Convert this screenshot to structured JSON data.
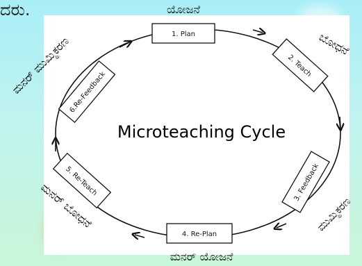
{
  "top_text": "ದರು.",
  "diagram": {
    "center_title": "Microteaching Cycle",
    "steps": [
      {
        "label": "1. Plan",
        "kannada": "ಯೋಜನೆ"
      },
      {
        "label": "2. Teach",
        "kannada": "ಬೋಧನೆ"
      },
      {
        "label": "3. Feedback",
        "kannada": "ಮುಮ್ಮಿಕರಣ"
      },
      {
        "label": "4. Re-Plan",
        "kannada": "ಮನರ್ ಯೋಜನೆ"
      },
      {
        "label": "5. Re-Teach",
        "kannada": "ಮನರ್ ಬೋಧನೆ"
      },
      {
        "label": "6.Re-Feedback",
        "kannada": "ಮನರ್ ಮುಮ್ಮಿಕರಣ"
      }
    ]
  }
}
